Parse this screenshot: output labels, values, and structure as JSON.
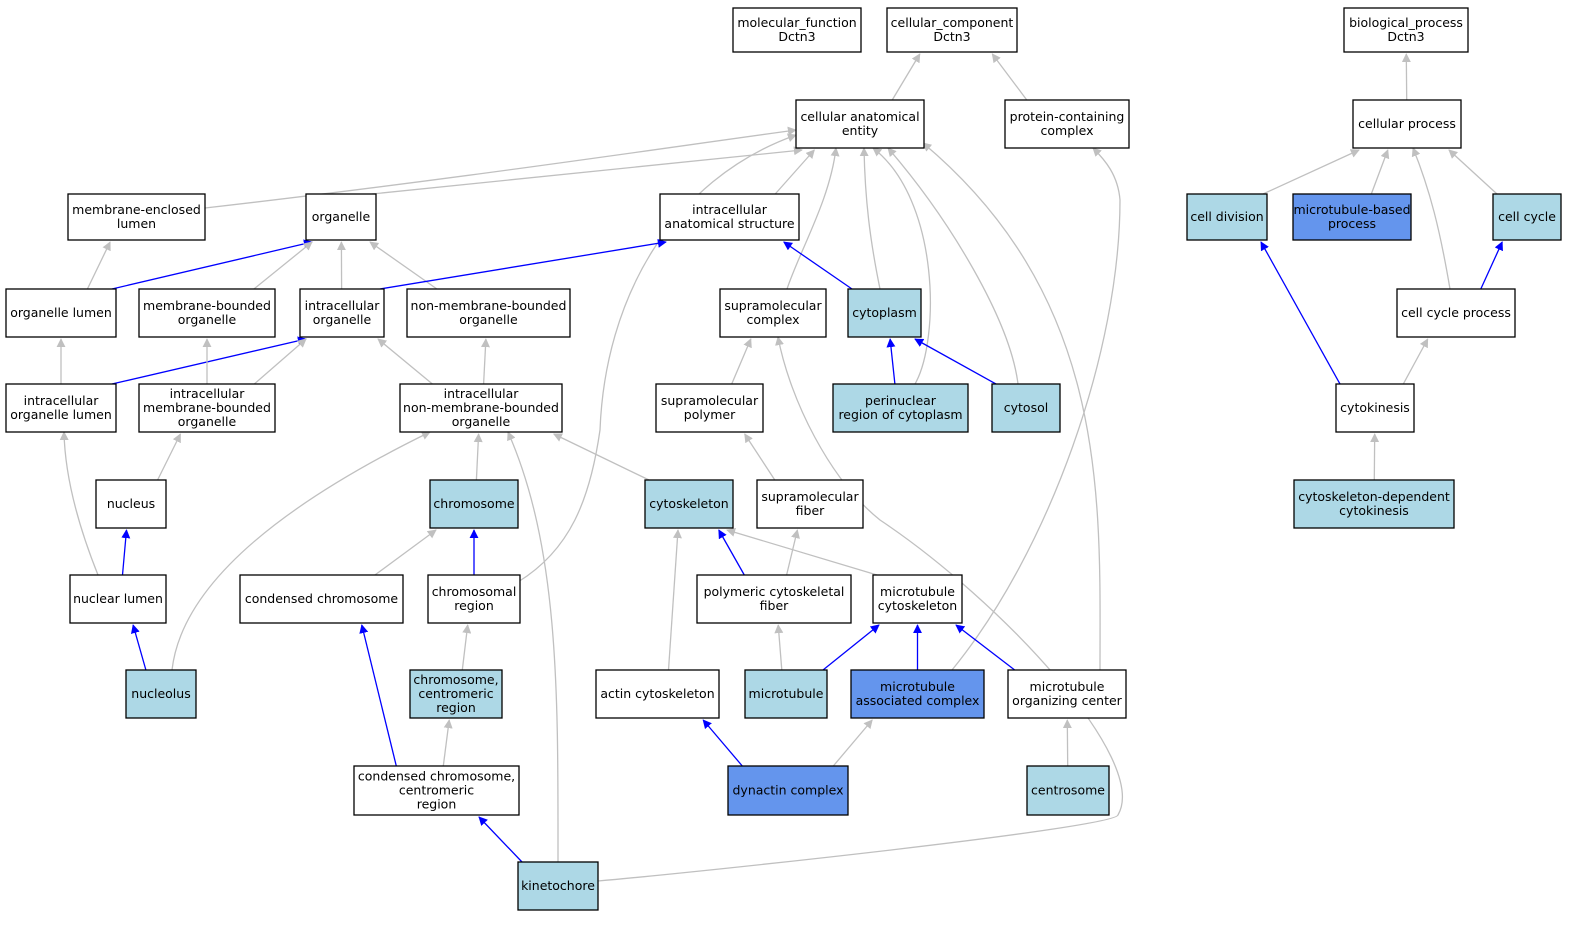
{
  "colors": {
    "white": "#ffffff",
    "light": "#add8e6",
    "strong": "#6495ed",
    "edge_gray": "#c0c0c0",
    "edge_blue": "#0000ff"
  },
  "nodes": [
    {
      "id": "mf",
      "lines": [
        "molecular_function",
        "Dctn3"
      ],
      "fill": "white"
    },
    {
      "id": "cc",
      "lines": [
        "cellular_component",
        "Dctn3"
      ],
      "fill": "white"
    },
    {
      "id": "bp",
      "lines": [
        "biological_process",
        "Dctn3"
      ],
      "fill": "white"
    },
    {
      "id": "cae",
      "lines": [
        "cellular anatomical",
        "entity"
      ],
      "fill": "white"
    },
    {
      "id": "pcc",
      "lines": [
        "protein-containing",
        "complex"
      ],
      "fill": "white"
    },
    {
      "id": "cp",
      "lines": [
        "cellular process"
      ],
      "fill": "white"
    },
    {
      "id": "mel",
      "lines": [
        "membrane-enclosed",
        "lumen"
      ],
      "fill": "white"
    },
    {
      "id": "org",
      "lines": [
        "organelle"
      ],
      "fill": "white"
    },
    {
      "id": "ias",
      "lines": [
        "intracellular",
        "anatomical structure"
      ],
      "fill": "white"
    },
    {
      "id": "celldiv",
      "lines": [
        "cell division"
      ],
      "fill": "light"
    },
    {
      "id": "mtbp",
      "lines": [
        "microtubule-based",
        "process"
      ],
      "fill": "strong"
    },
    {
      "id": "cellcyc",
      "lines": [
        "cell cycle"
      ],
      "fill": "light"
    },
    {
      "id": "orglum",
      "lines": [
        "organelle lumen"
      ],
      "fill": "white"
    },
    {
      "id": "mbo",
      "lines": [
        "membrane-bounded",
        "organelle"
      ],
      "fill": "white"
    },
    {
      "id": "io",
      "lines": [
        "intracellular",
        "organelle"
      ],
      "fill": "white"
    },
    {
      "id": "nmbo",
      "lines": [
        "non-membrane-bounded",
        "organelle"
      ],
      "fill": "white"
    },
    {
      "id": "smc",
      "lines": [
        "supramolecular",
        "complex"
      ],
      "fill": "white"
    },
    {
      "id": "cyto",
      "lines": [
        "cytoplasm"
      ],
      "fill": "light"
    },
    {
      "id": "ccp",
      "lines": [
        "cell cycle process"
      ],
      "fill": "white"
    },
    {
      "id": "iol",
      "lines": [
        "intracellular",
        "organelle lumen"
      ],
      "fill": "white"
    },
    {
      "id": "imbo",
      "lines": [
        "intracellular",
        "membrane-bounded",
        "organelle"
      ],
      "fill": "white"
    },
    {
      "id": "inmbo",
      "lines": [
        "intracellular",
        "non-membrane-bounded",
        "organelle"
      ],
      "fill": "white"
    },
    {
      "id": "smp",
      "lines": [
        "supramolecular",
        "polymer"
      ],
      "fill": "white"
    },
    {
      "id": "peri",
      "lines": [
        "perinuclear",
        "region of cytoplasm"
      ],
      "fill": "light"
    },
    {
      "id": "cytosol",
      "lines": [
        "cytosol"
      ],
      "fill": "light"
    },
    {
      "id": "cytokin",
      "lines": [
        "cytokinesis"
      ],
      "fill": "white"
    },
    {
      "id": "nucleus",
      "lines": [
        "nucleus"
      ],
      "fill": "white"
    },
    {
      "id": "chrom",
      "lines": [
        "chromosome"
      ],
      "fill": "light"
    },
    {
      "id": "cytosk",
      "lines": [
        "cytoskeleton"
      ],
      "fill": "light"
    },
    {
      "id": "smf",
      "lines": [
        "supramolecular",
        "fiber"
      ],
      "fill": "white"
    },
    {
      "id": "cdc",
      "lines": [
        "cytoskeleton-dependent",
        "cytokinesis"
      ],
      "fill": "light"
    },
    {
      "id": "nuclum",
      "lines": [
        "nuclear lumen"
      ],
      "fill": "white"
    },
    {
      "id": "condch",
      "lines": [
        "condensed chromosome"
      ],
      "fill": "white"
    },
    {
      "id": "chreg",
      "lines": [
        "chromosomal",
        "region"
      ],
      "fill": "white"
    },
    {
      "id": "pcf",
      "lines": [
        "polymeric cytoskeletal",
        "fiber"
      ],
      "fill": "white"
    },
    {
      "id": "mtcs",
      "lines": [
        "microtubule",
        "cytoskeleton"
      ],
      "fill": "white"
    },
    {
      "id": "nucleolus",
      "lines": [
        "nucleolus"
      ],
      "fill": "light"
    },
    {
      "id": "chcen",
      "lines": [
        "chromosome,",
        "centromeric",
        "region"
      ],
      "fill": "light"
    },
    {
      "id": "actin",
      "lines": [
        "actin cytoskeleton"
      ],
      "fill": "white"
    },
    {
      "id": "mt",
      "lines": [
        "microtubule"
      ],
      "fill": "light"
    },
    {
      "id": "mtac",
      "lines": [
        "microtubule",
        "associated complex"
      ],
      "fill": "strong"
    },
    {
      "id": "mtoc",
      "lines": [
        "microtubule",
        "organizing center"
      ],
      "fill": "white"
    },
    {
      "id": "ccccr",
      "lines": [
        "condensed chromosome,",
        "centromeric",
        "region"
      ],
      "fill": "white"
    },
    {
      "id": "dynactin",
      "lines": [
        "dynactin complex"
      ],
      "fill": "strong"
    },
    {
      "id": "centrosome",
      "lines": [
        "centrosome"
      ],
      "fill": "light"
    },
    {
      "id": "kinet",
      "lines": [
        "kinetochore"
      ],
      "fill": "light"
    }
  ],
  "edges": [
    {
      "from": "cae",
      "to": "cc",
      "color": "edge_gray"
    },
    {
      "from": "pcc",
      "to": "cc",
      "color": "edge_gray"
    },
    {
      "from": "cp",
      "to": "bp",
      "color": "edge_gray"
    },
    {
      "from": "mel",
      "to": "cae",
      "color": "edge_gray"
    },
    {
      "from": "org",
      "to": "cae",
      "color": "edge_gray"
    },
    {
      "from": "ias",
      "to": "cae",
      "color": "edge_gray"
    },
    {
      "from": "smc",
      "to": "cae",
      "color": "edge_gray"
    },
    {
      "from": "cyto",
      "to": "cae",
      "color": "edge_gray"
    },
    {
      "from": "peri",
      "to": "cae",
      "color": "edge_gray"
    },
    {
      "from": "cytosol",
      "to": "cae",
      "color": "edge_gray"
    },
    {
      "from": "chreg",
      "to": "cae",
      "color": "edge_gray"
    },
    {
      "from": "mtoc",
      "to": "cae",
      "color": "edge_gray"
    },
    {
      "from": "mtac",
      "to": "pcc",
      "color": "edge_gray"
    },
    {
      "from": "celldiv",
      "to": "cp",
      "color": "edge_gray"
    },
    {
      "from": "mtbp",
      "to": "cp",
      "color": "edge_gray"
    },
    {
      "from": "cellcyc",
      "to": "cp",
      "color": "edge_gray"
    },
    {
      "from": "ccp",
      "to": "cp",
      "color": "edge_gray"
    },
    {
      "from": "orglum",
      "to": "mel",
      "color": "edge_gray"
    },
    {
      "from": "orglum",
      "to": "org",
      "color": "edge_blue"
    },
    {
      "from": "mbo",
      "to": "org",
      "color": "edge_gray"
    },
    {
      "from": "io",
      "to": "org",
      "color": "edge_gray"
    },
    {
      "from": "nmbo",
      "to": "org",
      "color": "edge_gray"
    },
    {
      "from": "io",
      "to": "ias",
      "color": "edge_blue"
    },
    {
      "from": "cyto",
      "to": "ias",
      "color": "edge_blue"
    },
    {
      "from": "ccp",
      "to": "cellcyc",
      "color": "edge_blue"
    },
    {
      "from": "cytokin",
      "to": "celldiv",
      "color": "edge_blue"
    },
    {
      "from": "iol",
      "to": "orglum",
      "color": "edge_gray"
    },
    {
      "from": "iol",
      "to": "io",
      "color": "edge_blue"
    },
    {
      "from": "imbo",
      "to": "mbo",
      "color": "edge_gray"
    },
    {
      "from": "imbo",
      "to": "io",
      "color": "edge_gray"
    },
    {
      "from": "inmbo",
      "to": "io",
      "color": "edge_gray"
    },
    {
      "from": "inmbo",
      "to": "nmbo",
      "color": "edge_gray"
    },
    {
      "from": "smp",
      "to": "smc",
      "color": "edge_gray"
    },
    {
      "from": "kinet",
      "to": "smc",
      "color": "edge_gray"
    },
    {
      "from": "peri",
      "to": "cyto",
      "color": "edge_blue"
    },
    {
      "from": "cytosol",
      "to": "cyto",
      "color": "edge_blue"
    },
    {
      "from": "cytokin",
      "to": "ccp",
      "color": "edge_gray"
    },
    {
      "from": "nuclum",
      "to": "iol",
      "color": "edge_gray"
    },
    {
      "from": "nucleus",
      "to": "imbo",
      "color": "edge_gray"
    },
    {
      "from": "chrom",
      "to": "inmbo",
      "color": "edge_gray"
    },
    {
      "from": "cytosk",
      "to": "inmbo",
      "color": "edge_gray"
    },
    {
      "from": "nucleolus",
      "to": "inmbo",
      "color": "edge_gray"
    },
    {
      "from": "kinet",
      "to": "inmbo",
      "color": "edge_gray"
    },
    {
      "from": "smf",
      "to": "smp",
      "color": "edge_gray"
    },
    {
      "from": "cdc",
      "to": "cytokin",
      "color": "edge_gray"
    },
    {
      "from": "nuclum",
      "to": "nucleus",
      "color": "edge_blue"
    },
    {
      "from": "condch",
      "to": "chrom",
      "color": "edge_gray"
    },
    {
      "from": "chreg",
      "to": "chrom",
      "color": "edge_blue"
    },
    {
      "from": "pcf",
      "to": "cytosk",
      "color": "edge_blue"
    },
    {
      "from": "mtcs",
      "to": "cytosk",
      "color": "edge_gray"
    },
    {
      "from": "actin",
      "to": "cytosk",
      "color": "edge_gray"
    },
    {
      "from": "pcf",
      "to": "smf",
      "color": "edge_gray"
    },
    {
      "from": "nucleolus",
      "to": "nuclum",
      "color": "edge_blue"
    },
    {
      "from": "ccccr",
      "to": "condch",
      "color": "edge_blue"
    },
    {
      "from": "chcen",
      "to": "chreg",
      "color": "edge_gray"
    },
    {
      "from": "mt",
      "to": "pcf",
      "color": "edge_gray"
    },
    {
      "from": "mt",
      "to": "mtcs",
      "color": "edge_blue"
    },
    {
      "from": "mtac",
      "to": "mtcs",
      "color": "edge_blue"
    },
    {
      "from": "mtoc",
      "to": "mtcs",
      "color": "edge_blue"
    },
    {
      "from": "ccccr",
      "to": "chcen",
      "color": "edge_gray"
    },
    {
      "from": "dynactin",
      "to": "actin",
      "color": "edge_blue"
    },
    {
      "from": "dynactin",
      "to": "mtac",
      "color": "edge_gray"
    },
    {
      "from": "centrosome",
      "to": "mtoc",
      "color": "edge_gray"
    },
    {
      "from": "kinet",
      "to": "ccccr",
      "color": "edge_blue"
    }
  ]
}
